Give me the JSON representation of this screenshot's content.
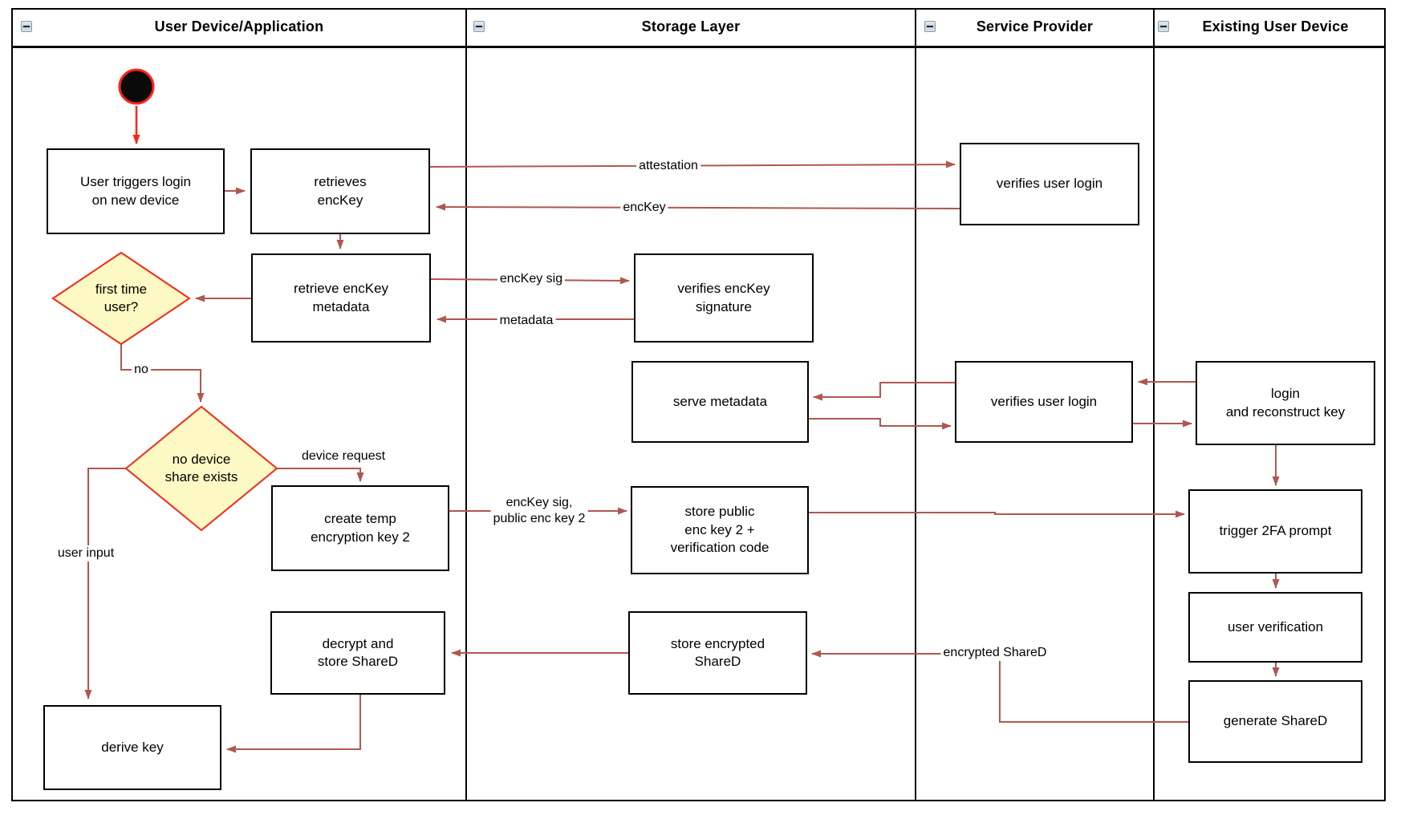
{
  "lanes": [
    {
      "label": "User Device/Application"
    },
    {
      "label": "Storage Layer"
    },
    {
      "label": "Service Provider"
    },
    {
      "label": "Existing User Device"
    }
  ],
  "nodes": {
    "user_triggers": {
      "label": "User triggers login\non new device"
    },
    "retrieves_enckey": {
      "label": "retrieves\nencKey"
    },
    "verifies_user_login_1": {
      "label": "verifies user login"
    },
    "retrieve_enckey_metadata": {
      "label": "retrieve encKey\nmetadata"
    },
    "first_time_user": {
      "label": "first time\nuser?"
    },
    "verifies_enckey_signature": {
      "label": "verifies encKey\nsignature"
    },
    "serve_metadata": {
      "label": "serve metadata"
    },
    "verifies_user_login_2": {
      "label": "verifies user login"
    },
    "login_reconstruct": {
      "label": "login\nand reconstruct key"
    },
    "no_device_share": {
      "label": "no device\nshare exists"
    },
    "create_temp": {
      "label": "create temp\nencryption key 2"
    },
    "store_public": {
      "label": "store public\nenc key 2 +\nverification code"
    },
    "trigger_2fa": {
      "label": "trigger 2FA prompt"
    },
    "user_verification": {
      "label": "user verification"
    },
    "generate_shared": {
      "label": "generate ShareD"
    },
    "store_encrypted": {
      "label": "store encrypted\nShareD"
    },
    "decrypt_store": {
      "label": "decrypt and\nstore ShareD"
    },
    "derive_key": {
      "label": "derive key"
    }
  },
  "edge_labels": {
    "attestation": "attestation",
    "enckey": "encKey",
    "enckey_sig": "encKey sig",
    "metadata": "metadata",
    "no": "no",
    "device_request": "device request",
    "enckey_sig_pub": "encKey sig,\npublic enc key 2",
    "user_input": "user input",
    "encrypted_shared": "encrypted ShareD"
  },
  "colors": {
    "connector": "#b05750",
    "start_accent": "#ff2418",
    "decision_border": "#f5291c",
    "decision_fill": "#fdf9c4",
    "node_border": "#000000",
    "node_fill": "#ffffff"
  }
}
